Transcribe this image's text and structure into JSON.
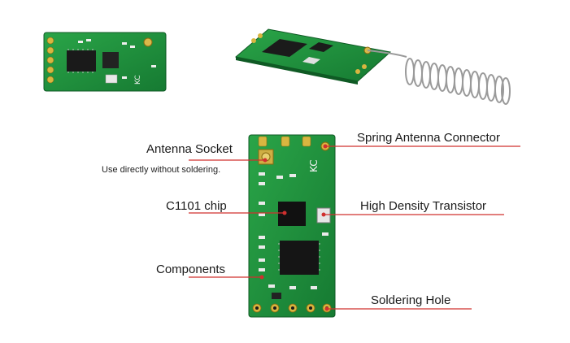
{
  "callouts": {
    "antenna_socket": "Antenna Socket",
    "antenna_socket_note": "Use directly without soldering.",
    "spring_antenna_connector": "Spring Antenna Connector",
    "c1101_chip": "C1101 chip",
    "high_density_transistor": "High Density Transistor",
    "components": "Components",
    "soldering_hole": "Soldering Hole"
  },
  "board_marking": "KC",
  "colors": {
    "pcb": "#1f8f3a",
    "pcb_dark": "#15692a",
    "pad_gold": "#c9a227",
    "leader_line": "#d0302f"
  }
}
